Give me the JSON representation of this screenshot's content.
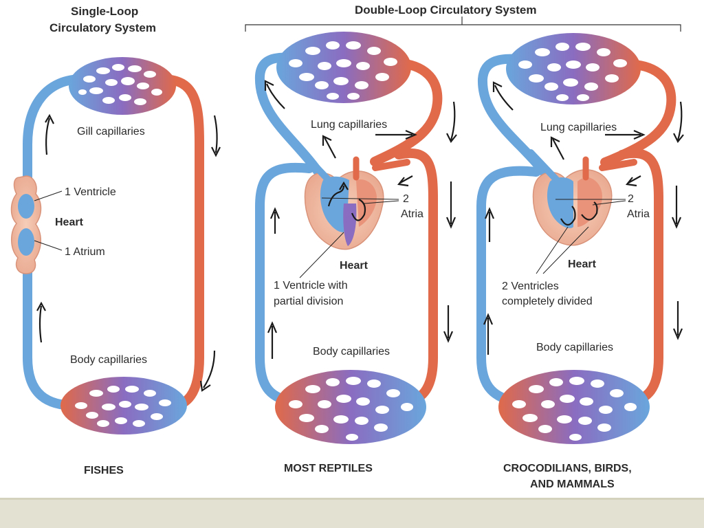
{
  "titles": {
    "single_loop": [
      "Single-Loop",
      "Circulatory System"
    ],
    "double_loop": "Double-Loop Circulatory System"
  },
  "fishes": {
    "gill_label": "Gill capillaries",
    "ventricle_label": "1 Ventricle",
    "heart_label": "Heart",
    "atrium_label": "1 Atrium",
    "body_label": "Body capillaries",
    "caption": "FISHES"
  },
  "reptiles": {
    "lung_label": "Lung capillaries",
    "atria_label": [
      "2",
      "Atria"
    ],
    "heart_label": "Heart",
    "ventricle_label": [
      "1 Ventricle with",
      "partial division"
    ],
    "body_label": "Body capillaries",
    "caption": "MOST REPTILES"
  },
  "mammals": {
    "lung_label": "Lung capillaries",
    "atria_label": [
      "2",
      "Atria"
    ],
    "heart_label": "Heart",
    "ventricle_label": [
      "2 Ventricles",
      "completely divided"
    ],
    "body_label": "Body capillaries",
    "caption": [
      "CROCODILIANS, BIRDS,",
      "AND MAMMALS"
    ]
  },
  "colors": {
    "oxygen_poor": "#6aa6dc",
    "oxygen_rich": "#e06a4a",
    "mixed": "#8a6cc0",
    "footer": "#e3e1d2"
  }
}
